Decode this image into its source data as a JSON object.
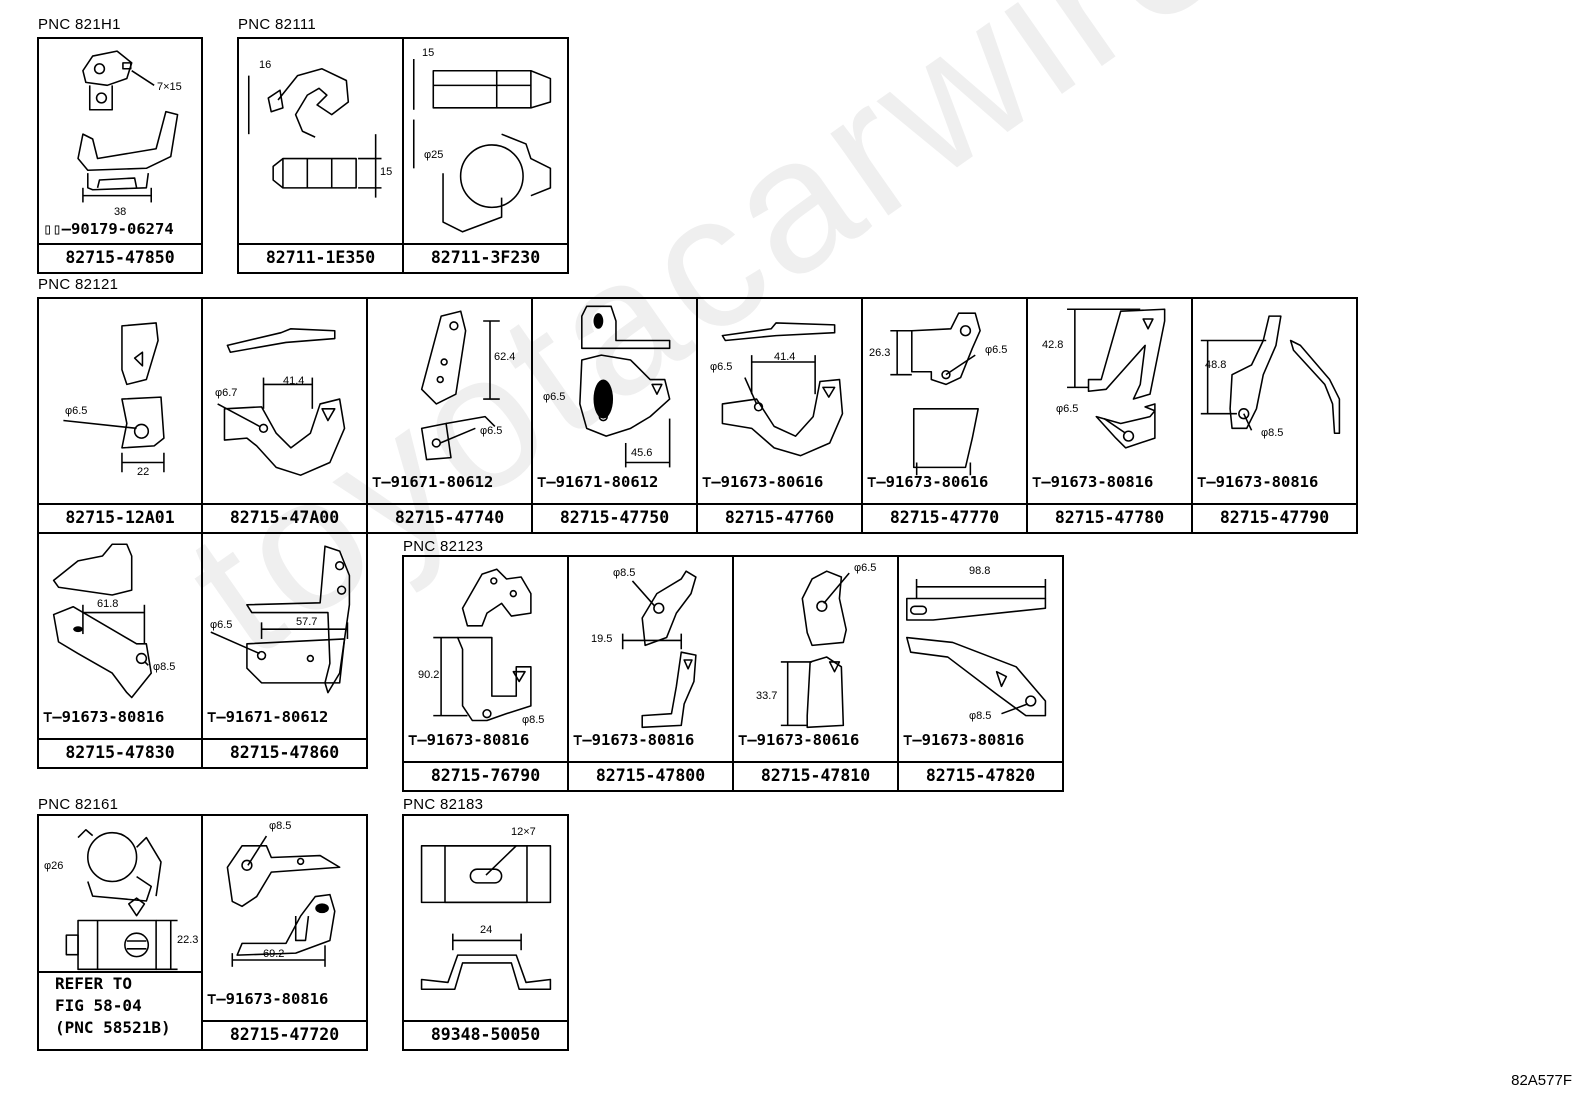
{
  "watermark": "toyotacarwire.ru",
  "figure_code": "82A577F",
  "groups": [
    {
      "key": "g1",
      "pnc": "PNC 821H1"
    },
    {
      "key": "g2",
      "pnc": "PNC 82111"
    },
    {
      "key": "g3",
      "pnc": "PNC 82121"
    },
    {
      "key": "g4",
      "pnc": "PNC 82123"
    },
    {
      "key": "g5",
      "pnc": "PNC 82161"
    },
    {
      "key": "g6",
      "pnc": "PNC 82183"
    }
  ],
  "cells": [
    {
      "part": "82715-47850",
      "bolt": "90179-06274",
      "bolt_icon": "nut-icon",
      "dims": [
        "7×15",
        "38"
      ]
    },
    {
      "part": "82711-1E350",
      "bolt": "",
      "dims": [
        "16",
        "15"
      ]
    },
    {
      "part": "82711-3F230",
      "bolt": "",
      "dims": [
        "15",
        "φ25"
      ]
    },
    {
      "part": "82715-12A01",
      "bolt": "",
      "dims": [
        "φ6.5",
        "22"
      ]
    },
    {
      "part": "82715-47A00",
      "bolt": "",
      "dims": [
        "φ6.7",
        "41.4"
      ]
    },
    {
      "part": "82715-47740",
      "bolt": "91671-80612",
      "bolt_icon": "bolt-icon",
      "dims": [
        "62.4",
        "φ6.5"
      ]
    },
    {
      "part": "82715-47750",
      "bolt": "91671-80612",
      "bolt_icon": "bolt-icon",
      "dims": [
        "φ6.5",
        "45.6"
      ]
    },
    {
      "part": "82715-47760",
      "bolt": "91673-80616",
      "bolt_icon": "bolt-icon",
      "dims": [
        "φ6.5",
        "41.4"
      ]
    },
    {
      "part": "82715-47770",
      "bolt": "91673-80616",
      "bolt_icon": "bolt-icon",
      "dims": [
        "26.3",
        "φ6.5"
      ]
    },
    {
      "part": "82715-47780",
      "bolt": "91673-80816",
      "bolt_icon": "bolt-icon",
      "dims": [
        "42.8",
        "φ6.5"
      ]
    },
    {
      "part": "82715-47790",
      "bolt": "91673-80816",
      "bolt_icon": "bolt-icon",
      "dims": [
        "48.8",
        "φ8.5"
      ]
    },
    {
      "part": "82715-47830",
      "bolt": "91673-80816",
      "bolt_icon": "bolt-icon",
      "dims": [
        "61.8",
        "φ8.5"
      ]
    },
    {
      "part": "82715-47860",
      "bolt": "91671-80612",
      "bolt_icon": "bolt-icon",
      "dims": [
        "φ6.5",
        "57.7"
      ]
    },
    {
      "part": "82715-76790",
      "bolt": "91673-80816",
      "bolt_icon": "bolt-icon",
      "dims": [
        "90.2",
        "φ8.5"
      ]
    },
    {
      "part": "82715-47800",
      "bolt": "91673-80816",
      "bolt_icon": "bolt-icon",
      "dims": [
        "φ8.5",
        "19.5"
      ]
    },
    {
      "part": "82715-47810",
      "bolt": "91673-80616",
      "bolt_icon": "bolt-icon",
      "dims": [
        "φ6.5",
        "33.7"
      ]
    },
    {
      "part": "82715-47820",
      "bolt": "91673-80816",
      "bolt_icon": "bolt-icon",
      "dims": [
        "98.8",
        "φ8.5"
      ]
    },
    {
      "part": "",
      "bolt": "",
      "dims": [
        "φ26",
        "22.3"
      ],
      "refer": [
        "REFER TO",
        "FIG 58-04",
        "(PNC 58521B)"
      ]
    },
    {
      "part": "82715-47720",
      "bolt": "91673-80816",
      "bolt_icon": "bolt-icon",
      "dims": [
        "φ8.5",
        "69.2"
      ]
    },
    {
      "part": "89348-50050",
      "bolt": "",
      "dims": [
        "12×7",
        "24"
      ]
    }
  ]
}
